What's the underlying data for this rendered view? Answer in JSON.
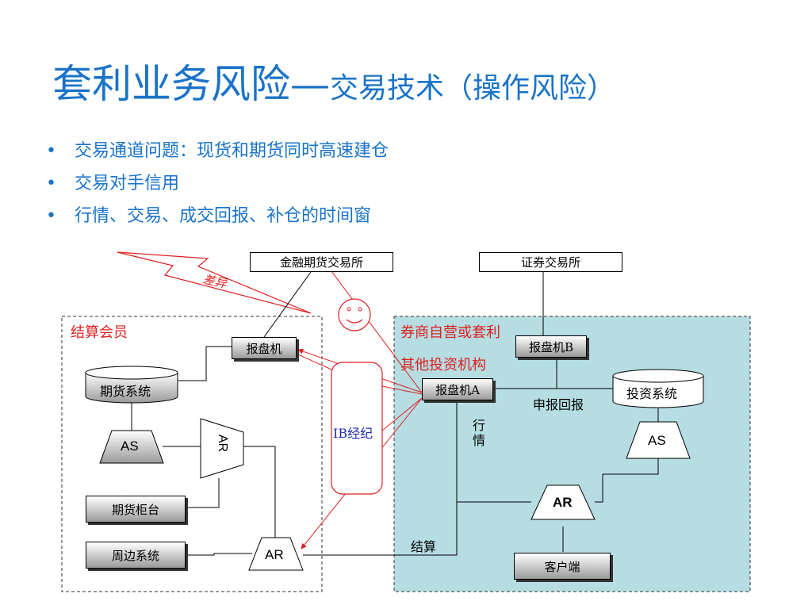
{
  "slide": {
    "title_main": "套利业务风险—",
    "title_sub": "交易技术（操作风险）",
    "bullets": [
      "交易通道问题：现货和期货同时高速建仓",
      "交易对手信用",
      "行情、交易、成交回报、补仓的时间窗"
    ],
    "bullet_symbol": "•"
  },
  "diagram": {
    "futures_exchange": "金融期货交易所",
    "stock_exchange": "证券交易所",
    "diff_label": "差异",
    "clearing_member_label": "结算会员",
    "broker_label_line1": "券商自营或套利",
    "broker_label_line2": "其他投资机构",
    "order_machine": "报盘机",
    "order_machine_b": "报盘机B",
    "order_machine_a": "报盘机A",
    "futures_system": "期货系统",
    "investment_system": "投资系统",
    "as_left": "AS",
    "as_right": "AS",
    "ar_vertical": "AR",
    "ar_bottom_left": "AR",
    "ar_right": "AR",
    "futures_counter": "期货柜台",
    "peripheral_system": "周边系统",
    "ib_broker": "IB经纪",
    "report_return": "申报回报",
    "market_quote": "行情",
    "settlement": "结算",
    "client": "客户端",
    "colors": {
      "title_blue": "#1a73c8",
      "accent_red": "#e01f1f",
      "teal_bg": "#b5dde2",
      "box_gray": "#9a9a9a"
    }
  }
}
